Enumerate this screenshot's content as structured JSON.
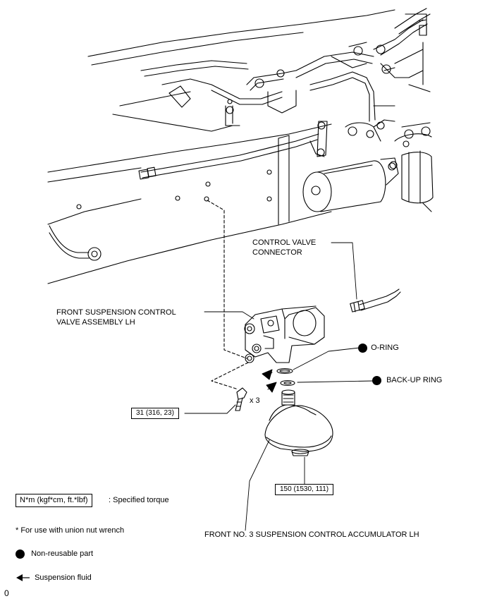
{
  "callouts": {
    "control_valve_connector": [
      "CONTROL VALVE",
      "CONNECTOR"
    ],
    "front_suspension_control_valve": [
      "FRONT SUSPENSION CONTROL",
      "VALVE ASSEMBLY LH"
    ],
    "o_ring": "O-RING",
    "back_up_ring": "BACK-UP RING",
    "accumulator": "FRONT NO. 3 SUSPENSION CONTROL ACCUMULATOR LH",
    "bolt_qty": "x 3"
  },
  "torque_specs": {
    "bolts": "31 (316, 23)",
    "accumulator": "150 (1530, 111)"
  },
  "legend": {
    "torque_unit_box": "N*m (kgf*cm, ft.*lbf)",
    "torque_desc": ": Specified torque",
    "union_nut_note": "* For use with union nut wrench",
    "non_reusable": "Non-reusable part",
    "suspension_fluid": "Suspension fluid"
  },
  "corner_mark": "0",
  "colors": {
    "line": "#000000",
    "background": "#ffffff"
  }
}
